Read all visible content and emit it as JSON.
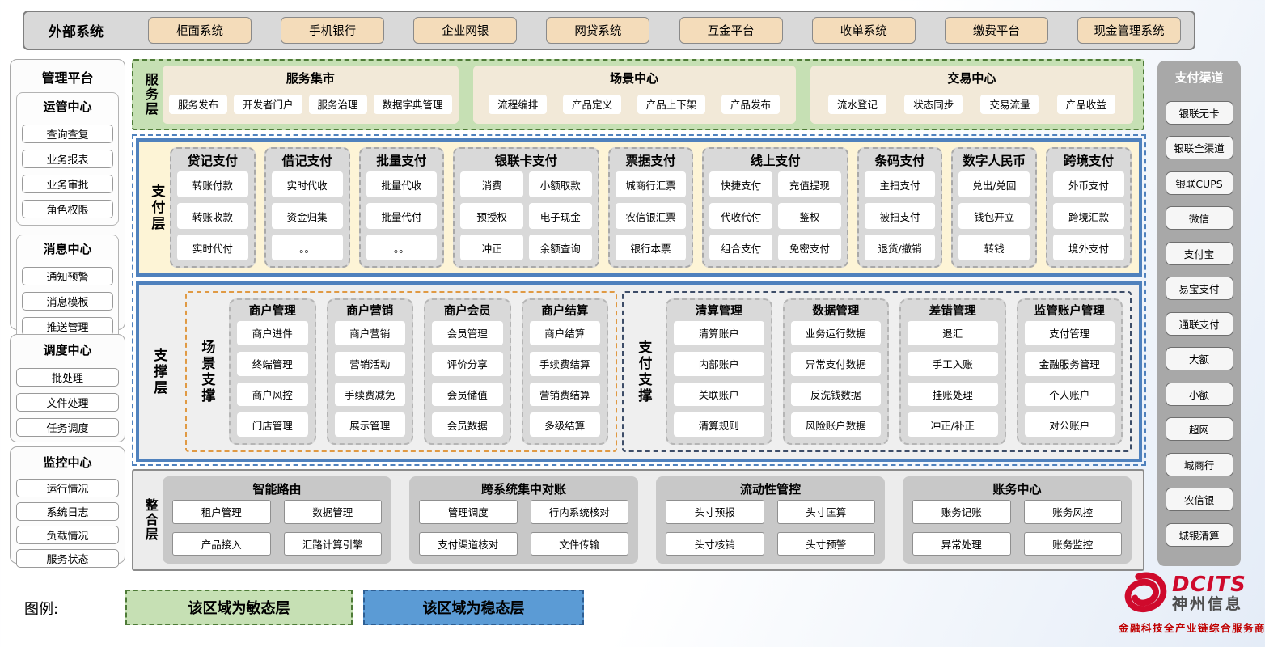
{
  "external_systems": {
    "title": "外部系统",
    "items": [
      "柜面系统",
      "手机银行",
      "企业网银",
      "网贷系统",
      "互金平台",
      "收单系统",
      "缴费平台",
      "现金管理系统"
    ]
  },
  "management_platform": {
    "title": "管理平台",
    "sections": [
      {
        "title": "运管中心",
        "items": [
          "查询查复",
          "业务报表",
          "业务审批",
          "角色权限"
        ]
      },
      {
        "title": "消息中心",
        "items": [
          "通知预警",
          "消息模板",
          "推送管理"
        ]
      },
      {
        "title": "调度中心",
        "items": [
          "批处理",
          "文件处理",
          "任务调度"
        ]
      },
      {
        "title": "监控中心",
        "items": [
          "运行情况",
          "系统日志",
          "负载情况",
          "服务状态"
        ]
      }
    ]
  },
  "service_layer": {
    "label": "服务层",
    "panels": [
      {
        "title": "服务集市",
        "items": [
          "服务发布",
          "开发者门户",
          "服务治理",
          "数据字典管理"
        ]
      },
      {
        "title": "场景中心",
        "items": [
          "流程编排",
          "产品定义",
          "产品上下架",
          "产品发布"
        ]
      },
      {
        "title": "交易中心",
        "items": [
          "流水登记",
          "状态同步",
          "交易流量",
          "产品收益"
        ]
      }
    ]
  },
  "payment_layer": {
    "label": "支付层",
    "columns": [
      {
        "title": "贷记支付",
        "cols": 1,
        "items": [
          "转账付款",
          "转账收款",
          "实时代付"
        ]
      },
      {
        "title": "借记支付",
        "cols": 1,
        "items": [
          "实时代收",
          "资金归集",
          "。。"
        ]
      },
      {
        "title": "批量支付",
        "cols": 1,
        "items": [
          "批量代收",
          "批量代付",
          "。。"
        ]
      },
      {
        "title": "银联卡支付",
        "cols": 2,
        "items": [
          "消费",
          "小额取款",
          "预授权",
          "电子现金",
          "冲正",
          "余额查询"
        ]
      },
      {
        "title": "票据支付",
        "cols": 1,
        "items": [
          "城商行汇票",
          "农信银汇票",
          "银行本票"
        ]
      },
      {
        "title": "线上支付",
        "cols": 2,
        "items": [
          "快捷支付",
          "充值提现",
          "代收代付",
          "鉴权",
          "组合支付",
          "免密支付"
        ]
      },
      {
        "title": "条码支付",
        "cols": 1,
        "items": [
          "主扫支付",
          "被扫支付",
          "退货/撤销"
        ]
      },
      {
        "title": "数字人民币",
        "cols": 1,
        "items": [
          "兑出/兑回",
          "钱包开立",
          "转钱"
        ]
      },
      {
        "title": "跨境支付",
        "cols": 1,
        "items": [
          "外币支付",
          "跨境汇款",
          "境外支付"
        ]
      }
    ]
  },
  "support_layer": {
    "label": "支撑层",
    "groups": [
      {
        "label": "场景支撑",
        "columns": [
          {
            "title": "商户管理",
            "items": [
              "商户进件",
              "终端管理",
              "商户风控",
              "门店管理"
            ]
          },
          {
            "title": "商户营销",
            "items": [
              "商户营销",
              "营销活动",
              "手续费减免",
              "展示管理"
            ]
          },
          {
            "title": "商户会员",
            "items": [
              "会员管理",
              "评价分享",
              "会员储值",
              "会员数据"
            ]
          },
          {
            "title": "商户结算",
            "items": [
              "商户结算",
              "手续费结算",
              "营销费结算",
              "多级结算"
            ]
          }
        ]
      },
      {
        "label": "支付支撑",
        "columns": [
          {
            "title": "清算管理",
            "items": [
              "清算账户",
              "内部账户",
              "关联账户",
              "清算规则"
            ]
          },
          {
            "title": "数据管理",
            "items": [
              "业务运行数据",
              "异常支付数据",
              "反洗钱数据",
              "风险账户数据"
            ]
          },
          {
            "title": "差错管理",
            "items": [
              "退汇",
              "手工入账",
              "挂账处理",
              "冲正/补正"
            ]
          },
          {
            "title": "监管账户管理",
            "items": [
              "支付管理",
              "金融服务管理",
              "个人账户",
              "对公账户"
            ]
          }
        ]
      }
    ]
  },
  "integration_layer": {
    "label": "整合层",
    "panels": [
      {
        "title": "智能路由",
        "items": [
          "租户管理",
          "数据管理",
          "产品接入",
          "汇路计算引擎"
        ]
      },
      {
        "title": "跨系统集中对账",
        "items": [
          "管理调度",
          "行内系统核对",
          "支付渠道核对",
          "文件传输"
        ]
      },
      {
        "title": "流动性管控",
        "items": [
          "头寸预报",
          "头寸匡算",
          "头寸核销",
          "头寸预警"
        ]
      },
      {
        "title": "账务中心",
        "items": [
          "账务记账",
          "账务风控",
          "异常处理",
          "账务监控"
        ]
      }
    ]
  },
  "payment_channels": {
    "title": "支付渠道",
    "items": [
      "银联无卡",
      "银联全渠道",
      "银联CUPS",
      "微信",
      "支付宝",
      "易宝支付",
      "通联支付",
      "大额",
      "小额",
      "超网",
      "城商行",
      "农信银",
      "城银清算"
    ]
  },
  "legend": {
    "label": "图例:",
    "agile_label": "该区域为敏态层",
    "stable_label": "该区域为稳态层"
  },
  "branding": {
    "brand": "DCITS",
    "company": "神州信息",
    "tagline": "金融科技全产业链综合服务商"
  },
  "colors": {
    "agile_green_bg": "#c6e0b4",
    "agile_green_border": "#4e7b37",
    "stable_blue_fill": "#5b9bd5",
    "stable_blue_border": "#4f81bd",
    "payment_layer_bg": "#fdf4d6",
    "panel_gray": "#d9d9d9",
    "external_btn_tan": "#f4dcba",
    "channels_bg": "#a8a8a8",
    "brand_red": "#cf0a2c"
  }
}
